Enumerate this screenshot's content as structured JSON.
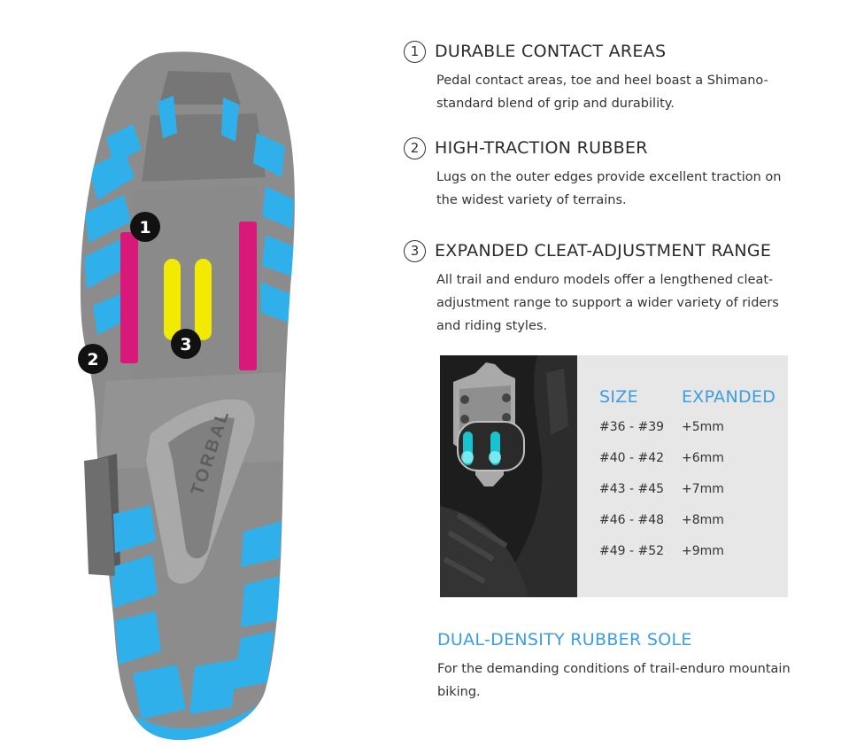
{
  "callouts": [
    "1",
    "2",
    "3"
  ],
  "features": [
    {
      "number": "1",
      "title": "DURABLE CONTACT AREAS",
      "description": "Pedal contact areas, toe and heel boast a Shimano-standard blend of grip and durability."
    },
    {
      "number": "2",
      "title": "HIGH-TRACTION RUBBER",
      "description": "Lugs on the outer edges provide excellent traction on the widest variety of terrains."
    },
    {
      "number": "3",
      "title": "EXPANDED CLEAT-ADJUSTMENT RANGE",
      "description": "All trail and enduro models offer a lengthened cleat-adjustment range to support a wider variety of riders and riding styles."
    }
  ],
  "cleat_table": {
    "headers": {
      "size": "SIZE",
      "expanded": "EXPANDED"
    },
    "rows": [
      {
        "size": "#36 - #39",
        "expanded": "+5mm"
      },
      {
        "size": "#40 - #42",
        "expanded": "+6mm"
      },
      {
        "size": "#43 - #45",
        "expanded": "+7mm"
      },
      {
        "size": "#46 - #48",
        "expanded": "+8mm"
      },
      {
        "size": "#49 - #52",
        "expanded": "+9mm"
      }
    ]
  },
  "dual_density": {
    "title": "DUAL-DENSITY RUBBER SOLE",
    "description": "For the demanding conditions of trail-enduro mountain biking."
  },
  "sole_logo_text": "TORBAL",
  "colors": {
    "accent_blue": "#3d9de0",
    "lug_blue": "#2fb0ea",
    "contact_magenta": "#d8197a",
    "cleat_slot_yellow": "#f2ea00",
    "sole_gray": "#8c8c8c"
  }
}
